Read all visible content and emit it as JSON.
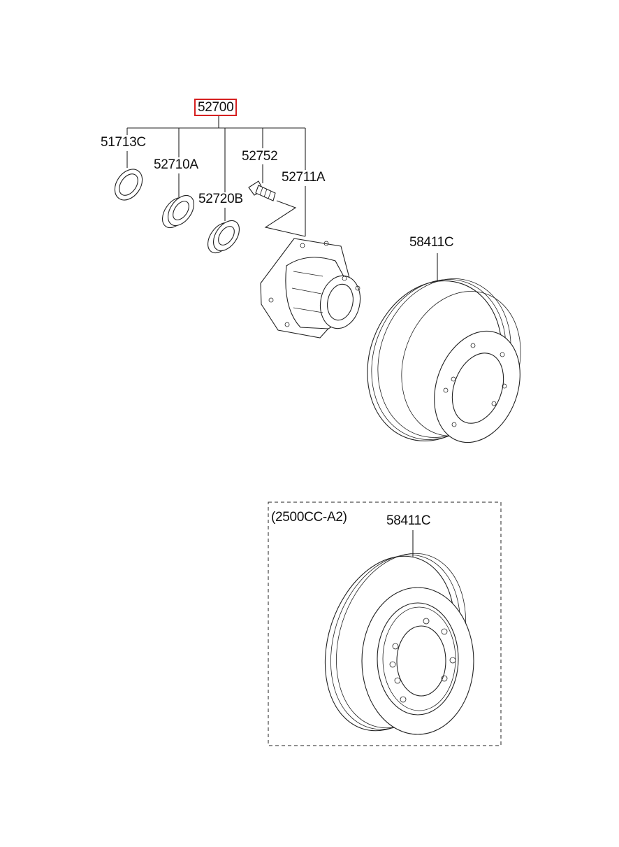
{
  "assembly": {
    "part_no": "52700",
    "highlight_color": "#d62020"
  },
  "parts": {
    "oil_seal": "51713C",
    "outer_bearing": "52710A",
    "inner_bearing": "52720B",
    "hub_bolt": "52752",
    "hub": "52711A",
    "brake_drum": "58411C"
  },
  "variant_box": {
    "note": "(2500CC-A2)",
    "brake_drum": "58411C"
  }
}
